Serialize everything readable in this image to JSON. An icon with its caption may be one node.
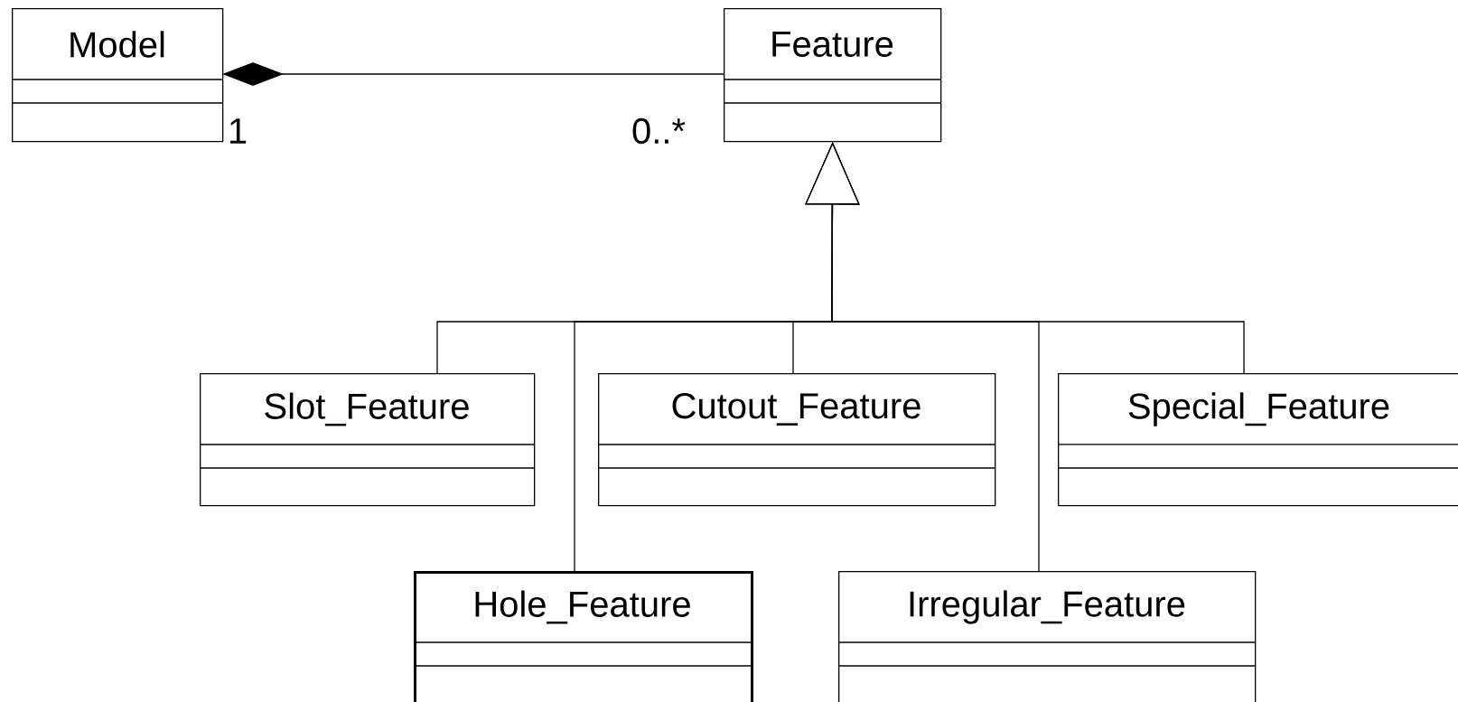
{
  "diagram": {
    "nodes": [
      {
        "text": [
          "Model"
        ]
      },
      {
        "text": [
          "Feature"
        ]
      },
      {
        "text": [
          "Slot_Feature"
        ]
      },
      {
        "text": [
          "Cutout_Feature"
        ]
      },
      {
        "text": [
          "Special_Feature"
        ]
      },
      {
        "text": [
          "Hole_Feature"
        ]
      },
      {
        "text": [
          "Irregular_Feature"
        ]
      }
    ],
    "edges": [
      {
        "from": 0,
        "to": 1,
        "arrow": "other"
      },
      {
        "from": 2,
        "to": 1,
        "arrow": "to"
      },
      {
        "from": 5,
        "to": 1,
        "arrow": "to"
      },
      {
        "from": 3,
        "to": 1,
        "arrow": "to"
      },
      {
        "from": 6,
        "to": 1,
        "arrow": "to"
      },
      {
        "from": 4,
        "to": 1,
        "arrow": "to"
      }
    ],
    "labels": [
      "1",
      "0..*"
    ]
  }
}
